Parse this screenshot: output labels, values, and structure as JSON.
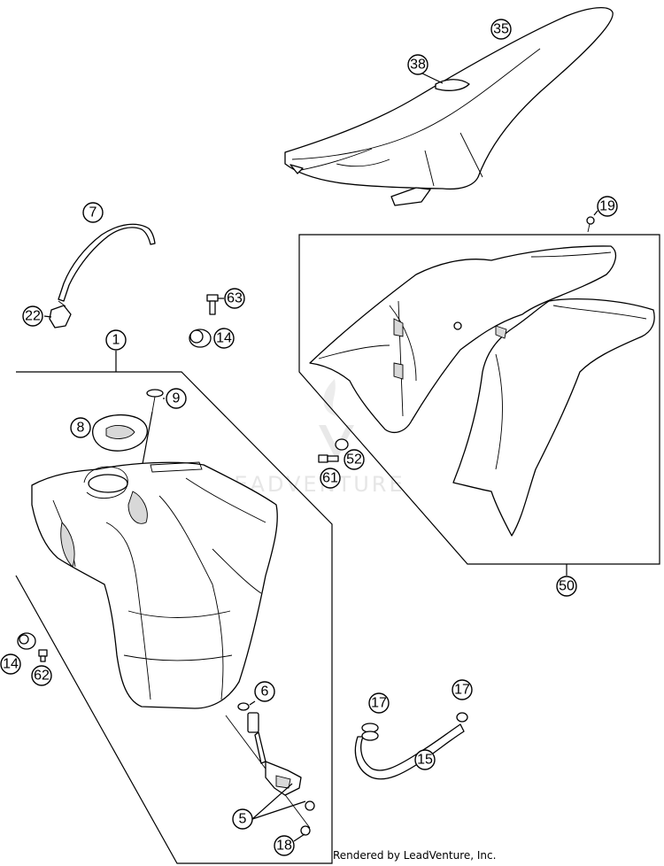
{
  "diagram": {
    "callouts": {
      "c35": "35",
      "c38": "38",
      "c7": "7",
      "c22": "22",
      "c63": "63",
      "c14a": "14",
      "c19": "19",
      "c1": "1",
      "c9": "9",
      "c8": "8",
      "c52": "52",
      "c61": "61",
      "c50": "50",
      "c14b": "14",
      "c62": "62",
      "c6": "6",
      "c17a": "17",
      "c17b": "17",
      "c15": "15",
      "c5": "5",
      "c18": "18"
    },
    "watermark": "LEADVENTURE"
  },
  "footer": {
    "credit": "Rendered by LeadVenture, Inc."
  }
}
